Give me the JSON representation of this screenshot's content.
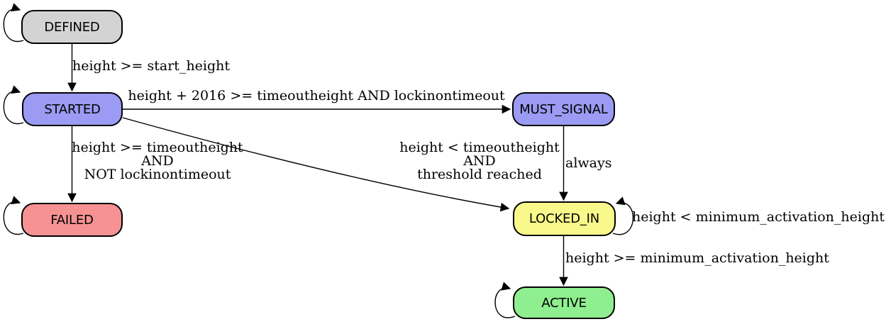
{
  "diagram": {
    "kind": "state-machine",
    "background_color": "#ffffff",
    "edge_color": "#000000",
    "node_border_color": "#000000",
    "states": [
      {
        "id": "DEFINED",
        "label": "DEFINED",
        "fill": "#d3d3d3"
      },
      {
        "id": "STARTED",
        "label": "STARTED",
        "fill": "#9b9bf3"
      },
      {
        "id": "MUST_SIGNAL",
        "label": "MUST_SIGNAL",
        "fill": "#9b9bf3"
      },
      {
        "id": "FAILED",
        "label": "FAILED",
        "fill": "#f69292"
      },
      {
        "id": "LOCKED_IN",
        "label": "LOCKED_IN",
        "fill": "#f9f98b"
      },
      {
        "id": "ACTIVE",
        "label": "ACTIVE",
        "fill": "#8fee8f"
      }
    ],
    "transitions": [
      {
        "from": "DEFINED",
        "to": "STARTED",
        "label": "height >= start_height"
      },
      {
        "from": "STARTED",
        "to": "MUST_SIGNAL",
        "label": "height + 2016 >= timeoutheight AND lockinontimeout"
      },
      {
        "from": "STARTED",
        "to": "FAILED",
        "label": "height >= timeoutheight\nAND\nNOT lockinontimeout"
      },
      {
        "from": "STARTED",
        "to": "LOCKED_IN",
        "label": "height < timeoutheight\nAND\nthreshold reached"
      },
      {
        "from": "MUST_SIGNAL",
        "to": "LOCKED_IN",
        "label": "always"
      },
      {
        "from": "LOCKED_IN",
        "to": "LOCKED_IN",
        "label": "height < minimum_activation_height"
      },
      {
        "from": "LOCKED_IN",
        "to": "ACTIVE",
        "label": "height >= minimum_activation_height"
      },
      {
        "from": "DEFINED",
        "to": "DEFINED",
        "label": ""
      },
      {
        "from": "STARTED",
        "to": "STARTED",
        "label": ""
      },
      {
        "from": "FAILED",
        "to": "FAILED",
        "label": ""
      },
      {
        "from": "ACTIVE",
        "to": "ACTIVE",
        "label": ""
      }
    ]
  }
}
